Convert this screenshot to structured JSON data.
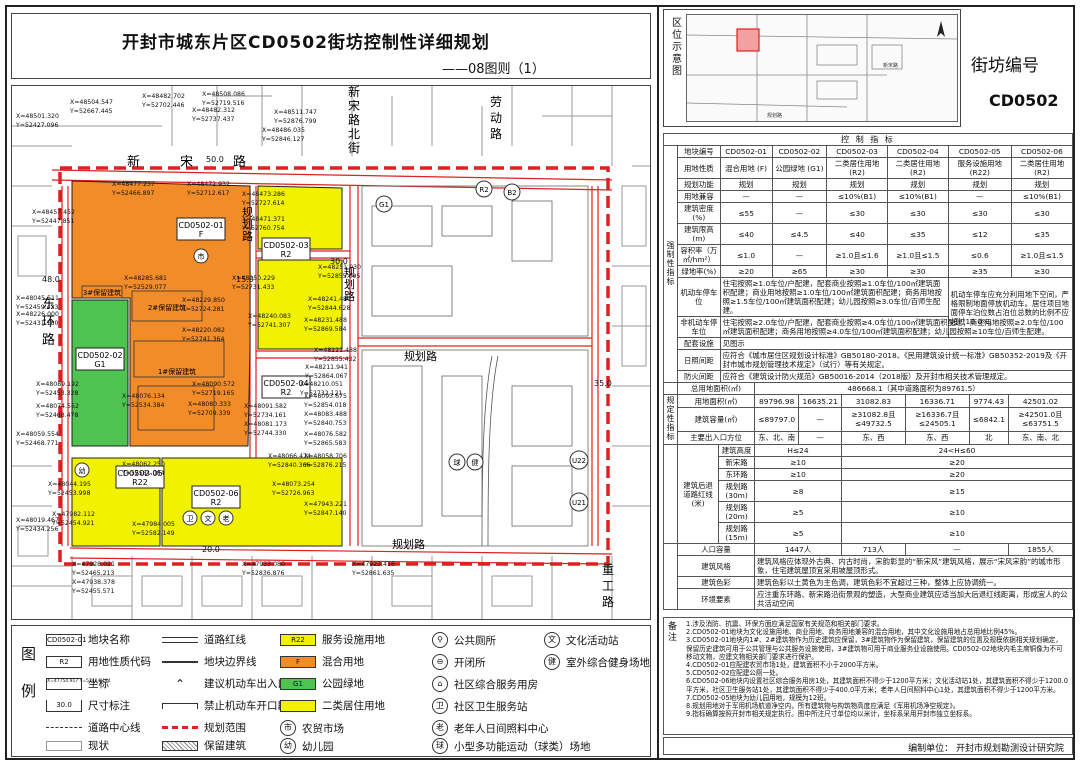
{
  "header": {
    "title": "开封市城东片区CD0502街坊控制性详细规划",
    "subtitle": "——08图则（1）"
  },
  "map": {
    "roads": {
      "xinsong": "新宋路",
      "xinsong_north": "新宋路北街",
      "laodong": "劳动路",
      "guihua_1": "规划路",
      "guihua_2": "规划路",
      "guihua_3": "规划路",
      "guihua_4": "规划路",
      "donghuan": "东环路",
      "zhonggong": "重工路"
    },
    "road_widths": {
      "w50": "50.0",
      "w48": "48.0",
      "w15": "15.0",
      "w30": "30.0",
      "w35": "35.0",
      "w20": "20.0"
    },
    "parcels": {
      "p01": {
        "code": "CD0502-01",
        "type": "F"
      },
      "p02": {
        "code": "CD0502-02",
        "type": "G1"
      },
      "p03": {
        "code": "CD0502-03",
        "type": "R2"
      },
      "p04": {
        "code": "CD0502-04",
        "type": "R2"
      },
      "p05": {
        "code": "CD0502-05",
        "type": "R22"
      },
      "p06": {
        "code": "CD0502-06",
        "type": "R2"
      }
    },
    "buildings": {
      "b1": "1#保留建筑",
      "b2": "2#保留建筑",
      "b3": "3#保留建筑"
    },
    "facility_codes": {
      "g1": "G1",
      "r2": "R2",
      "b2": "B2",
      "u22": "U22",
      "u21": "U21"
    },
    "facility_glyphs": {
      "ball": "球",
      "fit": "健",
      "culture": "文",
      "kinder": "幼",
      "health": "卫",
      "aged": "老",
      "market": "市"
    },
    "coords": [
      "X=48504.547",
      "Y=52667.445",
      "X=48482.702",
      "Y=52702.446",
      "X=48508.086",
      "Y=52719.516",
      "X=48482.312",
      "Y=52737.437",
      "X=48511.747",
      "Y=52876.799",
      "X=48486.035",
      "Y=52846.127",
      "X=48501.320",
      "Y=52427.096",
      "X=48477.237",
      "Y=52466.897",
      "X=48472.932",
      "Y=52712.617",
      "X=48457.452",
      "Y=52447.851",
      "X=48473.286",
      "Y=52727.614",
      "X=48471.371",
      "Y=52760.754",
      "X=48251.930",
      "Y=52855.095",
      "X=48241.489",
      "Y=52844.628",
      "X=48250.229",
      "Y=52731.433",
      "X=48240.083",
      "Y=52741.307",
      "X=48285.681",
      "Y=52529.077",
      "X=48229.850",
      "Y=52724.281",
      "X=48220.082",
      "Y=52741.364",
      "X=48226.000",
      "Y=52431.180",
      "X=48231.488",
      "Y=52869.584",
      "X=48221.488",
      "Y=52855.432",
      "X=48211.941",
      "Y=52864.067",
      "X=48210.051",
      "Y=52732.121",
      "X=48090.572",
      "Y=52719.165",
      "X=48080.333",
      "Y=52709.339",
      "X=48089.192",
      "Y=52453.328",
      "X=48074.552",
      "Y=52468.478",
      "X=48076.134",
      "Y=52534.384",
      "X=48091.582",
      "Y=52734.161",
      "X=48081.173",
      "Y=52744.330",
      "X=48093.675",
      "Y=52854.018",
      "X=48083.488",
      "Y=52840.753",
      "X=48076.582",
      "Y=52865.583",
      "X=48058.706",
      "Y=52876.215",
      "X=48062.250",
      "Y=52581.084",
      "X=48066.474",
      "Y=52840.366",
      "X=48073.254",
      "Y=52726.963",
      "X=48044.195",
      "Y=52453.998",
      "X=47982.112",
      "Y=52454.921",
      "X=47984.005",
      "Y=52582.149",
      "X=47943.221",
      "Y=52847.140",
      "X=47928.021",
      "Y=52465.213",
      "X=47938.378",
      "Y=52455.571",
      "X=47933.080",
      "Y=52836.876",
      "X=47923.416",
      "Y=52861.635",
      "X=48019.467",
      "Y=52434.256",
      "X=48059.554",
      "Y=52468.771",
      "X=48045.511",
      "Y=52459.423"
    ]
  },
  "legend": {
    "title": "图例",
    "items": {
      "parcel_name": {
        "sample": "CD0502-01",
        "label": "地块名称"
      },
      "land_code": {
        "sample": "R2",
        "label": "用地性质代码"
      },
      "coord": {
        "sample": "X=47754.917 Y=52414.494",
        "label": "坐标"
      },
      "dim": {
        "sample": "30.0",
        "label": "尺寸标注"
      },
      "centerline": {
        "label": "道路中心线"
      },
      "existing": {
        "label": "现状"
      },
      "red_line": {
        "label": "道路红线"
      },
      "boundary": {
        "label": "地块边界线"
      },
      "entry": {
        "label": "建议机动车出入口"
      },
      "no_entry": {
        "label": "禁止机动车开口段"
      },
      "plan_range": {
        "label": "规划范围"
      },
      "keep": {
        "label": "保留建筑"
      },
      "service": {
        "sample": "R22",
        "label": "服务设施用地"
      },
      "mixed": {
        "sample": "F",
        "label": "混合用地"
      },
      "park": {
        "sample": "G1",
        "label": "公园绿地"
      },
      "res2": {
        "label": "二类居住用地"
      },
      "market": {
        "sample": "市",
        "label": "农贸市场"
      },
      "kinder": {
        "sample": "幼",
        "label": "幼儿园"
      },
      "toilet": {
        "label": "公共厕所"
      },
      "transfer": {
        "label": "开闭所"
      },
      "comm_service": {
        "label": "社区综合服务用房"
      },
      "health": {
        "sample": "卫",
        "label": "社区卫生服务站"
      },
      "aged": {
        "sample": "老",
        "label": "老年人日间照料中心"
      },
      "ball": {
        "sample": "球",
        "label": "小型多功能运动（球类）场地"
      },
      "culture": {
        "sample": "文",
        "label": "文化活动站"
      },
      "fitness": {
        "sample": "健",
        "label": "室外综合健身场地"
      }
    }
  },
  "right": {
    "inset_label": "区位示意图",
    "inset_texts": [
      "新宋路",
      "新宋路",
      "东环路",
      "劳动路",
      "规划路"
    ],
    "block_code_title": "街坊编号",
    "block_code": "CD0502",
    "control_title": "控 制 指 标",
    "side_labels": {
      "control": "强制性指标",
      "guide": "指导性指标",
      "cd": "规定性指标"
    },
    "table_head": [
      "地块编号",
      "CD0502-01",
      "CD0502-02",
      "CD0502-03",
      "CD0502-04",
      "CD0502-05",
      "CD0502-06"
    ],
    "rows": [
      [
        "用地性质",
        "混合用地 (F)",
        "公园绿地 (G1)",
        "二类居住用地 (R2)",
        "二类居住用地 (R2)",
        "服务设施用地 (R22)",
        "二类居住用地 (R2)"
      ],
      [
        "规划功能",
        "规划",
        "规划",
        "规划",
        "规划",
        "规划",
        "规划"
      ],
      [
        "用地兼容",
        "—",
        "—",
        "≤10%(B1)",
        "≤10%(B1)",
        "—",
        "≤10%(B1)"
      ],
      [
        "建筑密度(%)",
        "≤55",
        "—",
        "≤30",
        "≤30",
        "≤30",
        "≤30"
      ],
      [
        "建筑限高(m)",
        "≤40",
        "≤4.5",
        "≤40",
        "≤35",
        "≤12",
        "≤35"
      ],
      [
        "容积率（万㎡/hm²）",
        "≤1.0",
        "—",
        "≥1.0且≤1.6",
        "≥1.0且≤1.5",
        "≤0.6",
        "≥1.0且≤1.5"
      ],
      [
        "绿地率(%)",
        "≥20",
        "≥65",
        "≥30",
        "≥30",
        "≥35",
        "≥30"
      ]
    ],
    "parking_label": "机动车停车位",
    "parking_text": "住宅按照≥1.0车位/户配建，配套商业按照≥1.0车位/100㎡建筑面积配建；商业用地按照≥1.0车位/100㎡建筑面积配建；商务用地按照≥1.5车位/100㎡建筑面积配建；幼儿园按照≥3.0车位/百师生配建。",
    "parking_note": "机动车停车应充分利用地下空间，严格限制地面停放机动车。居住项目地面停车泊位数占泊位总数的比例不应超过10.0%。",
    "nonparking_label": "非机动车停车位",
    "nonparking_text": "住宅按照≥2.0车位/户配建，配套商业按照≥4.0车位/100㎡建筑面积配建；商业用地按照≥2.0车位/100㎡建筑面积配建；商务用地按照≥4.0车位/100㎡建筑面积配建；幼儿园按照≥10车位/百师生配建。",
    "facility_label": "配套设施",
    "facility_text": "见图示",
    "sun_label": "日照间距",
    "sun_text": "应符合《城市居住区规划设计标准》GB50180-2018、《民用建筑设计统一标准》GB50352-2019及《开封市城市规划管理技术规定》（试行）等有关规定。",
    "fire_label": "防火间距",
    "fire_text": "应符合《建筑设计防火规范》GB50016-2014（2018版）及开封市相关技术管理规定。",
    "total_label": "总用地面积(㎡)",
    "total_value": "486668.1（其中道路面积为89761.5）",
    "area_label": "用地面积(㎡)",
    "areas": [
      "89796.98",
      "16635.21",
      "31082.83",
      "16336.71",
      "9774.43",
      "42501.02"
    ],
    "floor_label": "建筑容量(㎡)",
    "floors": [
      "≤89797.0",
      "—",
      "≥31082.8且≤49732.5",
      "≥16336.7且≤24505.1",
      "≤6842.1",
      "≥42501.0且≤63751.5"
    ],
    "entry_label": "主要出入口方位",
    "entries": [
      "东、北、南",
      "—",
      "东、西",
      "东、西",
      "北",
      "东、南、北"
    ],
    "setback_label": "建筑后退道路红线(米)",
    "setback_head": [
      "建筑高度",
      "H≤24",
      "24<H≤60"
    ],
    "setbacks": [
      [
        "新宋路",
        "≥10",
        "≥20"
      ],
      [
        "东环路",
        "≥10",
        "≥20"
      ],
      [
        "规划路(30m)",
        "≥8",
        "≥15"
      ],
      [
        "规划路(20m)",
        "≥5",
        "≥10"
      ],
      [
        "规划路(15m)",
        "≥5",
        "≥10"
      ]
    ],
    "pop_label": "人口容量",
    "pops": [
      "1447人",
      "713人",
      "—",
      "1855人"
    ],
    "style_label": "建筑风格",
    "style_text": "建筑风格应体现外古典、内古时尚，宋韵彰显的“新宋风”建筑风格，展示“宋风宋韵”的城市形象，住宅建筑屋顶宜采用坡屋顶形式。",
    "color_label": "建筑色彩",
    "color_text": "建筑色彩以土黄色为主色调，建筑色彩不宜超过三种，整体上应协调统一。",
    "env_label": "环境要素",
    "env_text": "应注重东环路、新宋路沿街景观的塑造，大型商业建筑应适当加大后退红线距离，形成宜人的公共活动空间",
    "notes_title": "备注",
    "notes": [
      "1.涉及消防、抗震、环保方面应满足国家有关规范和相关部门要求。",
      "2.CD0502-01地块为文化设施用地、商业用地、商务用地兼容的混合用地，其中文化设施用地占总用地比例45%。",
      "3.CD0502-01地块内1#、2#建筑物作为历史建筑应保留，3#建筑物作为保留建筑，保留建筑的位置及规模依据相关规划确定，保留历史建筑可用于公共管理与公共服务设施使用，3#建筑物可用于商业服务业设施使用。CD0502-02地块内毛主席铜像为不可移动文物，应建文物相关部门要求进行保护。",
      "4.CD0502-01应配建农贸市场1处，建筑面积不小于2000平方米。",
      "5.CD0502-02应配建公厕一处。",
      "6.CD0502-06地块内设置社区综合服务用房1处，其建筑面积不得少于1200平方米；文化活动站1处，其建筑面积不得少于1200.0平方米，社区卫生服务站1处，其建筑面积不得少于400.0平方米；老年人日间照料中心1处，其建筑面积不得少于1200平方米。",
      "7.CD0502-05地块为幼儿园用地，规模为12班。",
      "8.规划用地对于军用机场航道净空内，所有建筑物与构筑物高度应满足《军用机场净空规定》。",
      "9.指标确算按照开封市相关规定执行。图中所注尺寸单位均以米计，坐标系采用开封市独立坐标系。"
    ],
    "compiler": "编制单位：  开封市规划勘测设计研究院"
  },
  "colors": {
    "orange": "#f28c28",
    "yellow": "#f2f200",
    "green": "#4fc34f",
    "red": "#e02020",
    "grey": "#bbbbbb"
  }
}
